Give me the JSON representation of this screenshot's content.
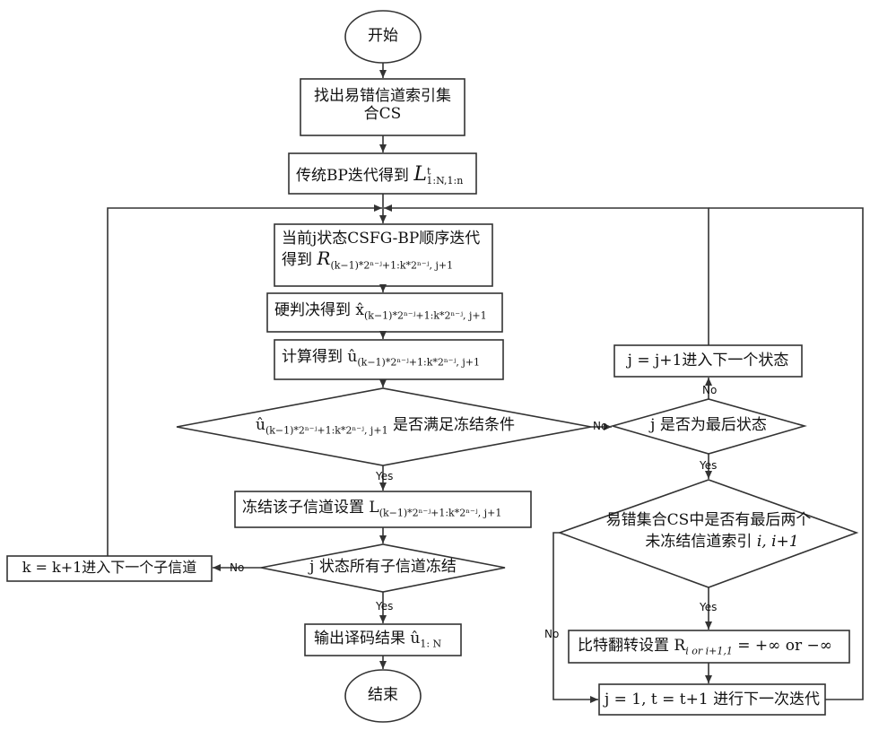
{
  "diagram": {
    "start": "开始",
    "end": "结束",
    "find_cs": "找出易错信道索引集合CS",
    "traditional_bp": "传统BP迭代得到",
    "traditional_bp_sym": "L",
    "traditional_bp_sub": "1:N,1:n",
    "traditional_bp_sup": "t",
    "current_state": "当前j状态CSFG-BP顺序迭代得到",
    "current_state_sym": "R",
    "hard_decision": "硬判决得到",
    "hard_decision_sym": "x̂",
    "compute": "计算得到",
    "compute_sym": "û",
    "range_sub": "(k−1)*2ⁿ⁻ʲ+1:k*2ⁿ⁻ʲ, j+1",
    "freeze_check": "是否满足冻结条件",
    "freeze_set": "冻结该子信道设置",
    "freeze_set_sym": "L",
    "all_frozen": "j 状态所有子信道冻结",
    "next_subchannel": "k = k+1进入下一个子信道",
    "output": "输出译码结果",
    "output_sym": "û",
    "output_sub": "1: N",
    "next_state": "j = j+1进入下一个状态",
    "last_state_check": "j 是否为最后状态",
    "cs_check_line1": "易错集合CS中是否有最后两个",
    "cs_check_line2": "未冻结信道索引",
    "cs_check_vars": "i, i+1",
    "bit_flip": "比特翻转设置",
    "bit_flip_sym": "R",
    "bit_flip_sub": "i or i+1,1",
    "bit_flip_val": "= +∞ or −∞",
    "next_iter": "j = 1, t = t+1 进行下一次迭代",
    "yes": "Yes",
    "no": "No"
  }
}
